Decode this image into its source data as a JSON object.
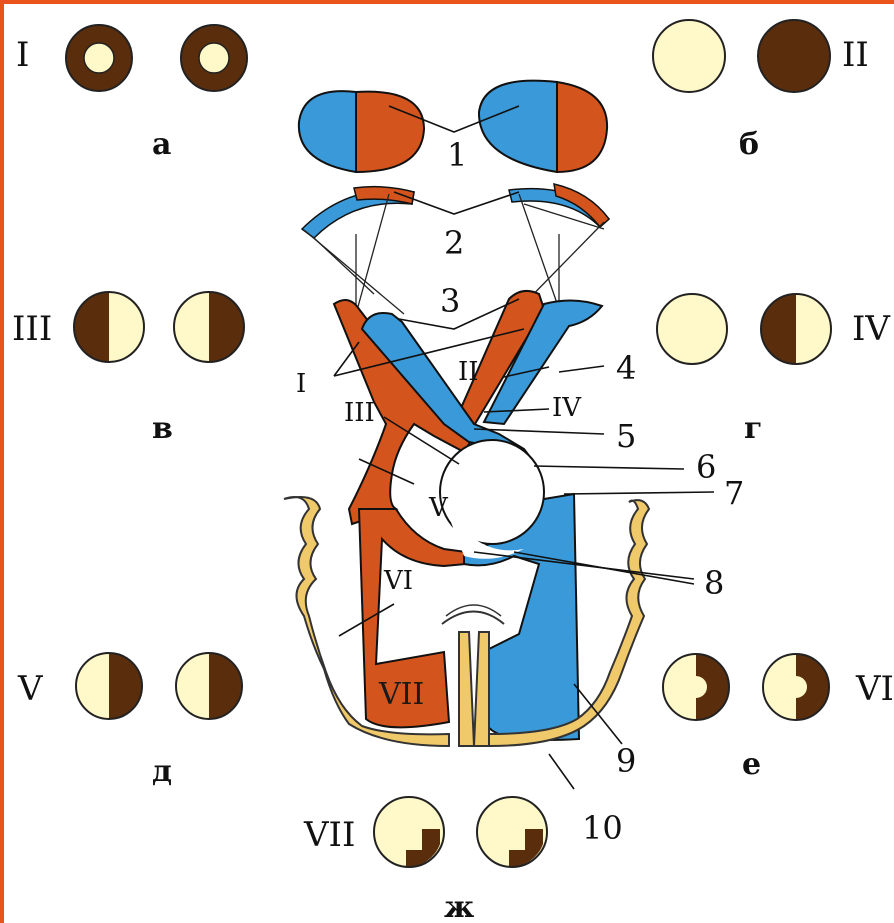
{
  "colors": {
    "frame": "#e8541a",
    "red_path": "#d4541e",
    "blue_path": "#3a9ad9",
    "cortex": "#f0c96a",
    "visual_field_dark": "#5a2d0c",
    "visual_field_light": "#fff8c9"
  },
  "panels": [
    {
      "roman": "I",
      "letter": "а"
    },
    {
      "roman": "II",
      "letter": "б"
    },
    {
      "roman": "III",
      "letter": "в"
    },
    {
      "roman": "IV",
      "letter": "г"
    },
    {
      "roman": "V",
      "letter": "д"
    },
    {
      "roman": "VI",
      "letter": "е"
    },
    {
      "roman": "VII",
      "letter": "ж"
    }
  ],
  "numbers": [
    "1",
    "2",
    "3",
    "4",
    "5",
    "6",
    "7",
    "8",
    "9",
    "10"
  ],
  "lesions": [
    "I",
    "II",
    "III",
    "IV",
    "V",
    "VI",
    "VII"
  ]
}
